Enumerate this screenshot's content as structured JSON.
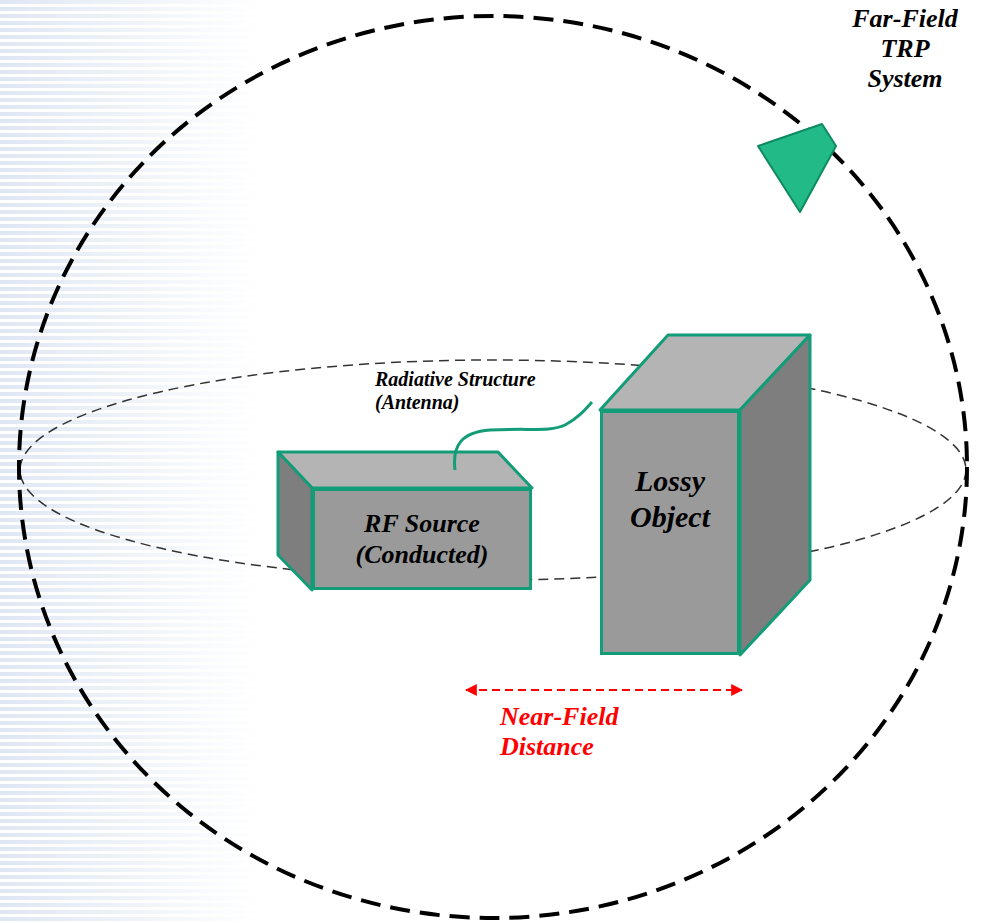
{
  "diagram": {
    "nodes": [
      {
        "text": [
          "RF Source (Conducted)"
        ]
      },
      {
        "text": [
          "Lossy Object"
        ]
      }
    ],
    "labels": [
      "Far-Field TRP System",
      "Radiative Structure (Antenna)",
      "Near-Field Distance"
    ]
  }
}
